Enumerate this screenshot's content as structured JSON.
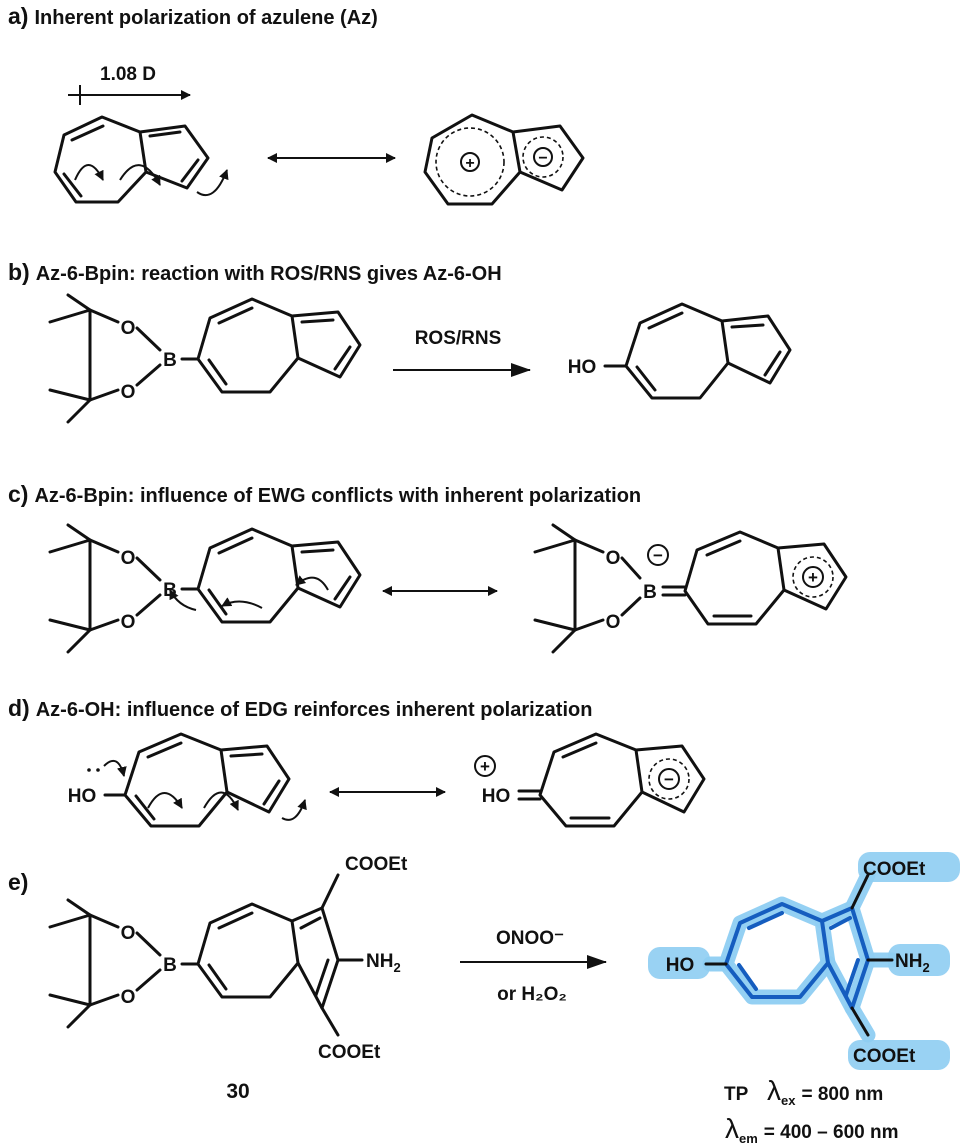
{
  "panels": {
    "a": {
      "letter": "a)",
      "title": "Inherent polarization of azulene (Az)",
      "dipole": "1.08 D"
    },
    "b": {
      "letter": "b)",
      "title": "Az-6-Bpin: reaction with ROS/RNS gives Az-6-OH",
      "reagent": "ROS/RNS"
    },
    "c": {
      "letter": "c)",
      "title": "Az-6-Bpin: influence of EWG conflicts with inherent polarization"
    },
    "d": {
      "letter": "d)",
      "title": "Az-6-OH: influence of EDG reinforces inherent polarization"
    },
    "e": {
      "letter": "e)",
      "reagent_top": "ONOO⁻",
      "reagent_bottom": "or H₂O₂",
      "compound_number": "30",
      "product_label": "TP",
      "ex_label": "λ",
      "ex_sub": "ex",
      "ex_value": "= 800 nm",
      "em_label": "λ",
      "em_sub": "em",
      "em_value": "= 400 – 600 nm"
    }
  },
  "atoms": {
    "oxygen": "O",
    "boron": "B",
    "hydroxyl": "HO",
    "ester": "COOEt",
    "amine": "NH",
    "amine_sub": "2"
  },
  "charges": {
    "plus": "+",
    "minus": "−"
  },
  "colors": {
    "highlight": "#155dbf",
    "glow": "#8ecdf2"
  }
}
